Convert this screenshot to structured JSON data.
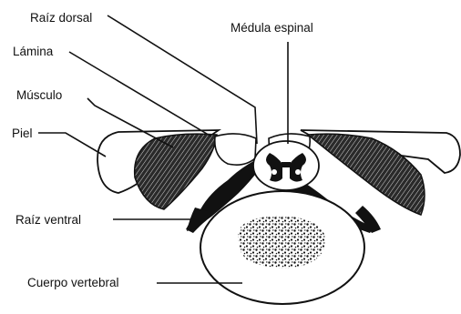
{
  "labels": {
    "dorsal_root": "Raíz dorsal",
    "lamina": "Lámina",
    "muscle": "Músculo",
    "skin": "Piel",
    "ventral_root": "Raíz ventral",
    "vertebral_body": "Cuerpo vertebral",
    "spinal_cord": "Médula espinal"
  }
}
